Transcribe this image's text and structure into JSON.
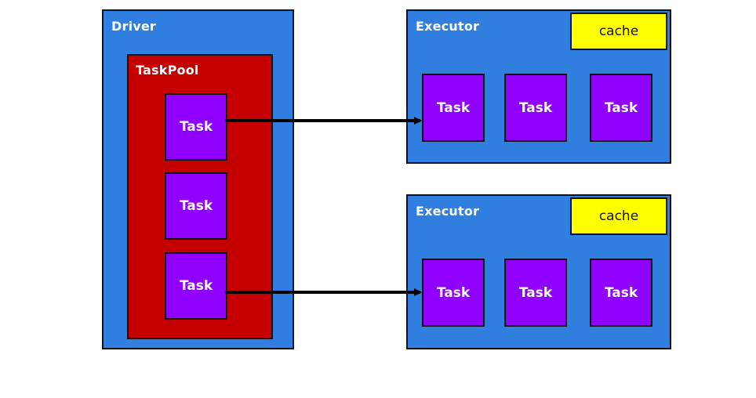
{
  "driver": {
    "label": "Driver",
    "color": "#2f7ee0",
    "taskpool": {
      "label": "TaskPool",
      "color": "#c40000",
      "tasks": [
        "Task",
        "Task",
        "Task"
      ]
    }
  },
  "executors": [
    {
      "label": "Executor",
      "cache_label": "cache",
      "tasks": [
        "Task",
        "Task",
        "Task"
      ]
    },
    {
      "label": "Executor",
      "cache_label": "cache",
      "tasks": [
        "Task",
        "Task",
        "Task"
      ]
    }
  ],
  "colors": {
    "container": "#2f7ee0",
    "taskpool": "#c40000",
    "task": "#8f00ff",
    "cache": "#ffff00",
    "arrow": "#000000"
  }
}
